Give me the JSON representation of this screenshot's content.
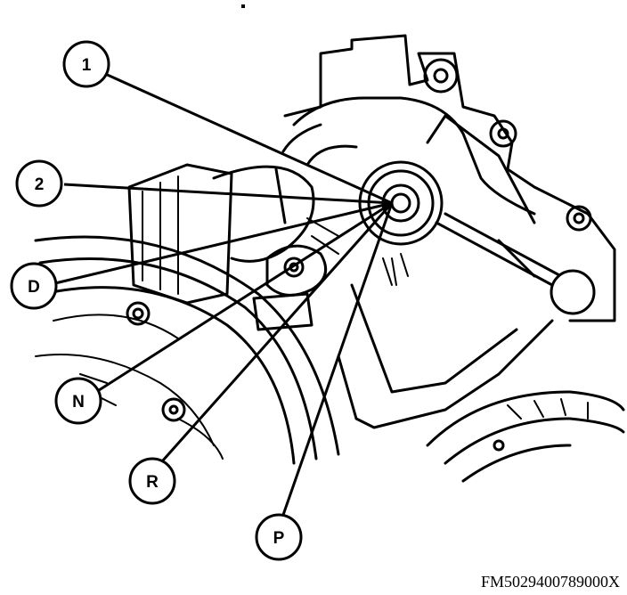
{
  "callouts": [
    {
      "label": "1"
    },
    {
      "label": "2"
    },
    {
      "label": "D"
    },
    {
      "label": "N"
    },
    {
      "label": "R"
    },
    {
      "label": "P"
    }
  ],
  "figure_code": "FM5029400789000X"
}
